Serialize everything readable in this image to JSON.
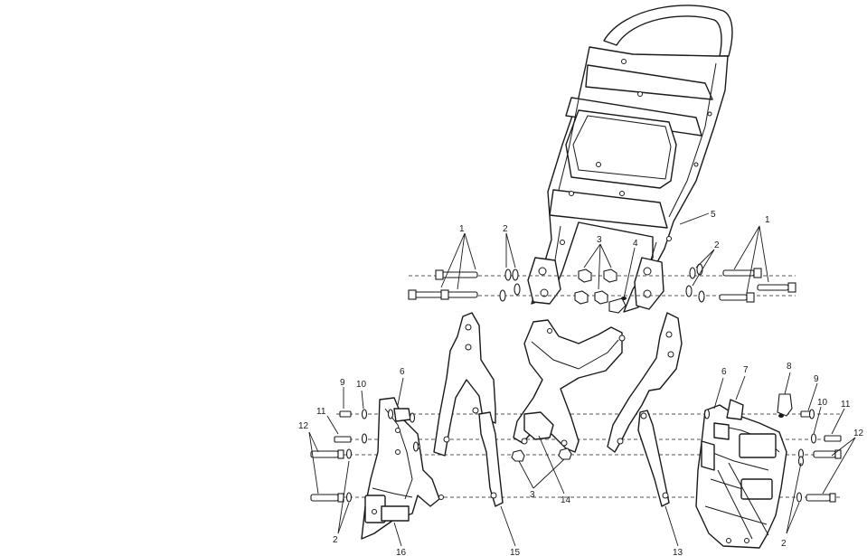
{
  "diagram": {
    "callouts": {
      "c1a": "1",
      "c1b": "1",
      "c2a": "2",
      "c2b": "2",
      "c2c": "2",
      "c2d": "2",
      "c3a": "3",
      "c3b": "3",
      "c4": "4",
      "c5": "5",
      "c6a": "6",
      "c6b": "6",
      "c7": "7",
      "c8": "8",
      "c9a": "9",
      "c9b": "9",
      "c10a": "10",
      "c10b": "10",
      "c11a": "11",
      "c11b": "11",
      "c12a": "12",
      "c12b": "12",
      "c13": "13",
      "c14": "14",
      "c15": "15",
      "c16": "16"
    }
  }
}
